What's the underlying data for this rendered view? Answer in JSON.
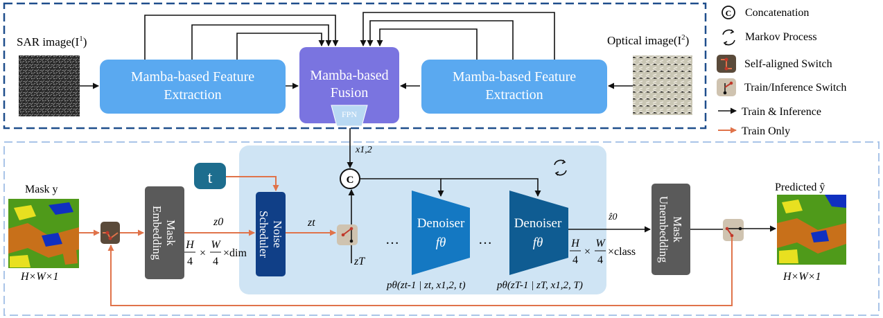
{
  "legend": {
    "concat_symbol": "C",
    "concat_label": "Concatenation",
    "markov_label": "Markov Process",
    "self_switch_label": "Self-aligned Switch",
    "train_switch_label": "Train/Inference Switch",
    "train_inference_label": "Train & Inference",
    "train_only_label": "Train Only"
  },
  "top": {
    "sar_label": "SAR image(I",
    "sar_sup": "1",
    "sar_close": ")",
    "optical_label": "Optical image(I",
    "optical_sup": "2",
    "optical_close": ")",
    "extract_left_line1": "Mamba-based Feature",
    "extract_left_line2": "Extraction",
    "extract_right_line1": "Mamba-based Feature",
    "extract_right_line2": "Extraction",
    "fusion_line1": "Mamba-based",
    "fusion_line2": "Fusion",
    "fpn_label": "FPN"
  },
  "bottom": {
    "mask_label": "Mask y",
    "mask_size": "H×W×1",
    "mask_embed_line1": "Mask",
    "mask_embed_line2": "Embedding",
    "z0": "z0",
    "dim_H": "H",
    "dim_4a": "4",
    "dim_W": "W",
    "dim_4b": "4",
    "dim_tail": "×dim",
    "t_label": "t",
    "noise_line1": "Noise",
    "noise_line2": "Scheduler",
    "zt": "zt",
    "zT": "zT",
    "x12": "x1,2",
    "concat_symbol": "C",
    "dots1": "…",
    "dots2": "…",
    "denoiser1": "Denoiser",
    "denoiser2": "Denoiser",
    "f_theta": "fθ",
    "p1": "pθ(zt-1 | zt, x1,2, t)",
    "p2": "pθ(zT-1 | zT, x1,2, T)",
    "z0_hat": "ẑ0",
    "cls_tail": "×class",
    "unembed_line1": "Mask",
    "unembed_line2": "Unembedding",
    "pred_label": "Predicted ŷ",
    "pred_size": "H×W×1"
  },
  "colors": {
    "top_border": "#1f4e8c",
    "bottom_border": "#a9c4e8",
    "extract_fill": "#5aa9f0",
    "fusion_fill": "#7a74e0",
    "fpn_fill": "#b9d9f3",
    "panel_fill": "#cfe4f4",
    "embed_fill": "#5a5a5a",
    "noise_fill": "#103f87",
    "t_fill": "#1d6d8e",
    "denoiser1_fill": "#1478c2",
    "denoiser2_fill": "#0f5c92",
    "arrow_black": "#111111",
    "arrow_orange": "#e0734a",
    "switch_dark": "#5a4a3a",
    "switch_light": "#cfc3b0"
  }
}
